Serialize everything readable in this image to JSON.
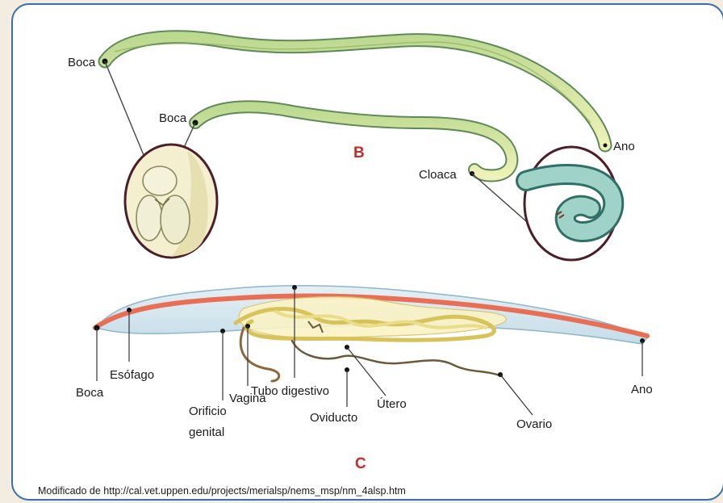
{
  "diagram": {
    "section_b": "B",
    "section_c": "C",
    "worm_top": {
      "mouth": "Boca",
      "anus": "Ano"
    },
    "worm_mid": {
      "mouth": "Boca",
      "cloaca": "Cloaca"
    },
    "worm_c": {
      "mouth": "Boca",
      "esophagus": "Esófago",
      "genital_line1": "Orificio",
      "genital_line2": "genital",
      "vagina": "Vagina",
      "digestive": "Tubo digestivo",
      "oviduct": "Oviducto",
      "uterus": "Útero",
      "ovary": "Ovario",
      "anus": "Ano"
    },
    "credit": "Modificado de http://cal.vet.uppen.edu/projects/merialsp/nems_msp/nm_4alsp.htm"
  },
  "colors": {
    "frame": "#3b6fa8",
    "worm_green": "#d7e6a4",
    "worm_outline": "#5f8a58",
    "body_blue": "#cfe3ee",
    "gut_red": "#e86f55",
    "uterus_yellow": "#e9dd8a",
    "section_red": "#cc2a2a"
  }
}
